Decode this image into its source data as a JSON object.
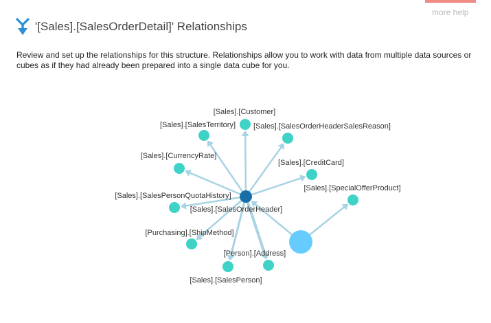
{
  "header": {
    "title": "'[Sales].[SalesOrderDetail]' Relationships",
    "more_help": "more help",
    "icon": "funnel-arrow-icon",
    "accent_color": "#f08b86"
  },
  "description": "Review and set up the relationships for this structure. Relationships allow you to work with data from multiple data sources or cubes as if they had already been prepared into a single data cube for you.",
  "graph": {
    "colors": {
      "node": "#3fd3c7",
      "hub_node": "#1a6ea8",
      "root_node": "#66ccff",
      "edge": "#a8d3e3"
    },
    "root": {
      "label": ""
    },
    "hub": {
      "label": "[Sales].[SalesOrderHeader]"
    },
    "nodes": [
      {
        "label": "[Sales].[Customer]"
      },
      {
        "label": "[Sales].[SalesTerritory]"
      },
      {
        "label": "[Sales].[SalesOrderHeaderSalesReason]"
      },
      {
        "label": "[Sales].[CurrencyRate]"
      },
      {
        "label": "[Sales].[CreditCard]"
      },
      {
        "label": "[Sales].[SpecialOfferProduct]"
      },
      {
        "label": "[Sales].[SalesPersonQuotaHistory]"
      },
      {
        "label": "[Purchasing].[ShipMethod]"
      },
      {
        "label": "[Person].[Address]"
      },
      {
        "label": "[Sales].[SalesPerson]"
      }
    ]
  }
}
